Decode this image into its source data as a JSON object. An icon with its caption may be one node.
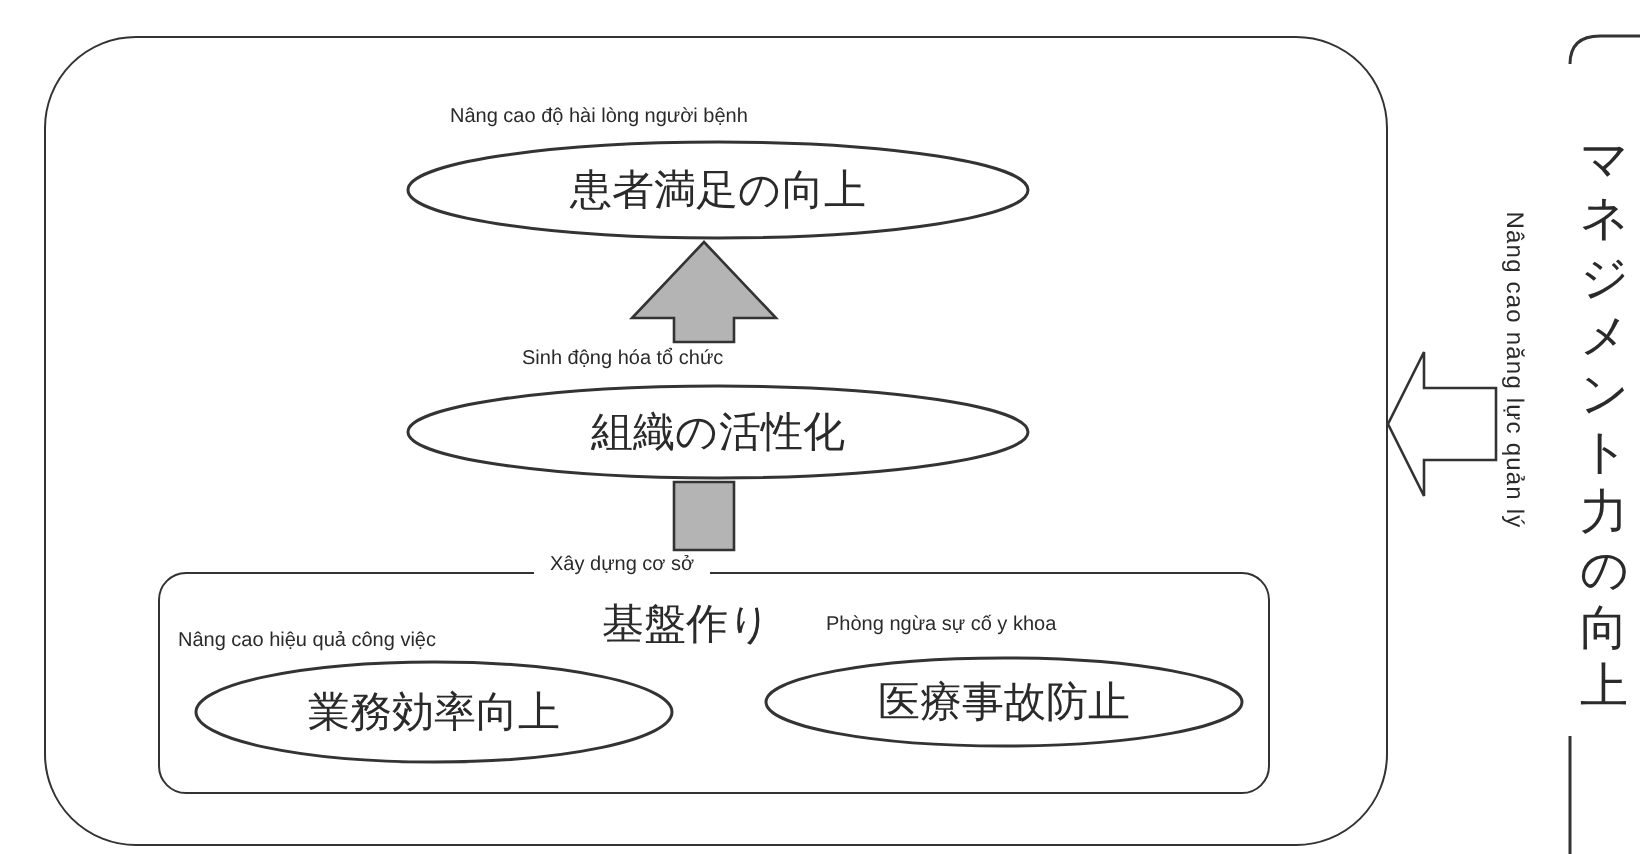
{
  "diagram": {
    "nodes": [
      {
        "text": [],
        "shape": "box"
      },
      {
        "text": [
          "Nâng cao độ hài lòng người bệnh",
          "患者満足の向上"
        ],
        "in": 0
      },
      {
        "text": [
          "Sinh động hóa tổ chức",
          "組織の活性化"
        ],
        "in": 0
      },
      {
        "text": [
          "Xây dựng cơ sở",
          "基盤作り"
        ],
        "in": 0
      },
      {
        "text": [
          "Nâng cao hiệu quả công việc",
          "業務効率向上"
        ],
        "in": 3
      },
      {
        "text": [
          "Phòng ngừa sự cố y khoa",
          "医療事故防止"
        ],
        "in": 3
      },
      {
        "text": [
          "Nâng cao năng lực quản lý",
          "マネジメント力の向上"
        ]
      }
    ],
    "edges": [
      {
        "from": 3,
        "to": 2,
        "arrow": "none",
        "style": "thick"
      },
      {
        "from": 2,
        "to": 1,
        "arrow": "to",
        "style": "thick"
      },
      {
        "from": 6,
        "to": 0,
        "arrow": "to",
        "style": "thick",
        "color": "#ffffff"
      }
    ]
  }
}
